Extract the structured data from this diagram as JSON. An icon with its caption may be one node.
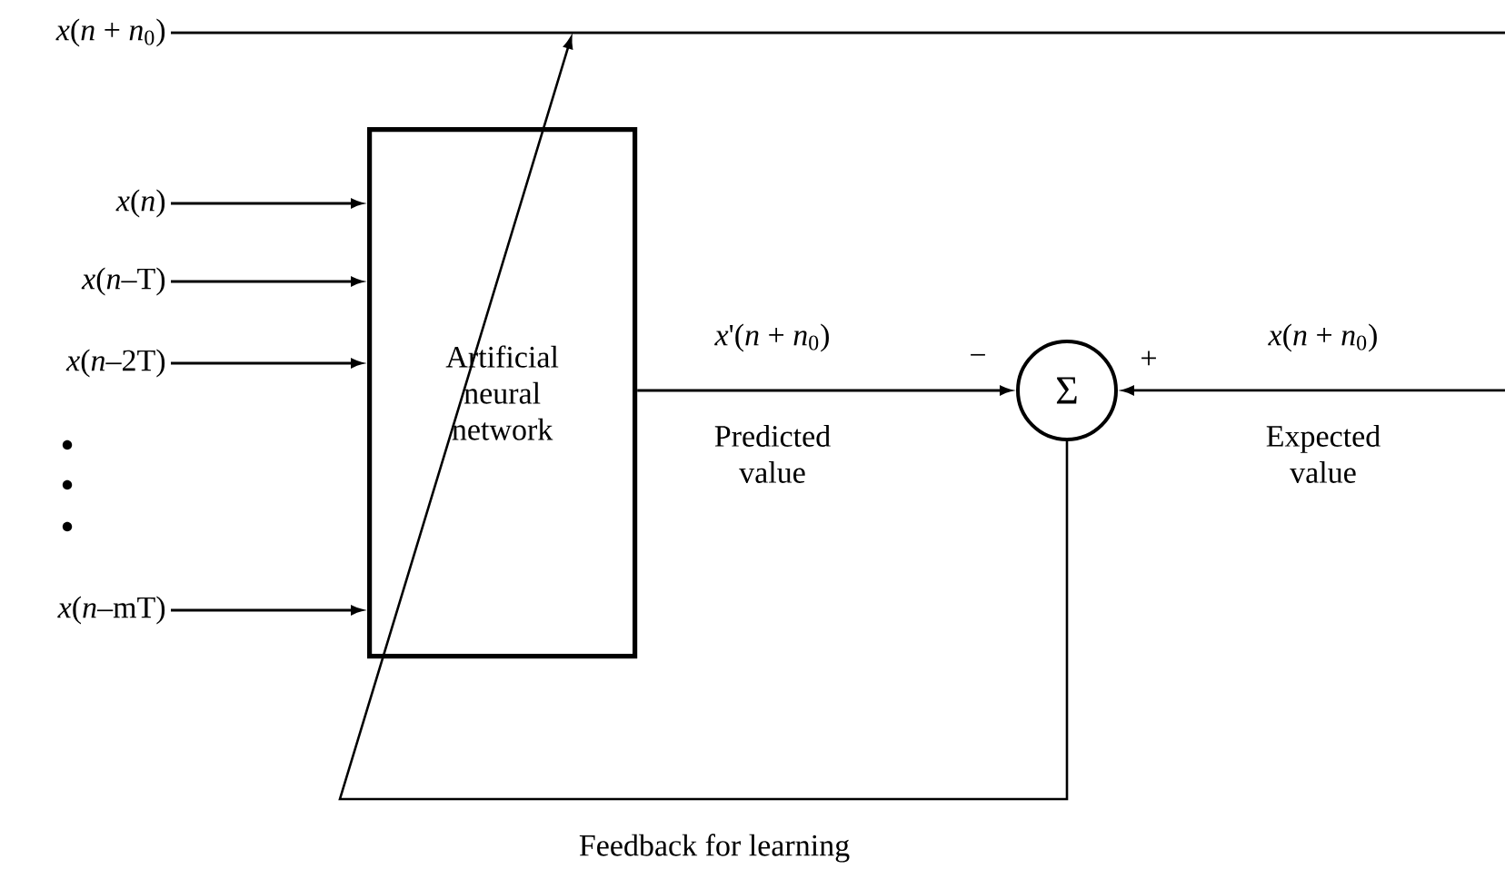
{
  "diagram": {
    "nodes": [
      {
        "text": [
          "*x*(*n* + *n*$_{0}$)"
        ]
      },
      {
        "text": [
          "*x*(*n*)"
        ]
      },
      {
        "text": [
          "*x*(*n*–T)"
        ]
      },
      {
        "text": [
          "*x*(*n*–2T)"
        ]
      },
      {
        "text": [
          "*x*(*n*–mT)"
        ]
      },
      {
        "text": [
          "Artificial neural network"
        ]
      },
      {
        "text": [
          "Σ"
        ]
      }
    ],
    "edges": [
      {
        "from": 0,
        "to": null,
        "arrow": "none"
      },
      {
        "from": 1,
        "to": 5,
        "arrow": "to"
      },
      {
        "from": 2,
        "to": 5,
        "arrow": "to"
      },
      {
        "from": 3,
        "to": 5,
        "arrow": "to"
      },
      {
        "from": 4,
        "to": 5,
        "arrow": "to"
      },
      {
        "from": 5,
        "to": 6,
        "arrow": "to",
        "label": "*x*'(*n* + *n*$_{0}$)"
      },
      {
        "from": null,
        "to": 6,
        "arrow": "to",
        "label": "*x*(*n* + *n*$_{0}$)"
      },
      {
        "from": 6,
        "to": null,
        "arrow": "to",
        "label": "Feedback for learning"
      }
    ],
    "labels": [
      "−",
      "Predicted value",
      "+",
      "Expected value"
    ]
  }
}
